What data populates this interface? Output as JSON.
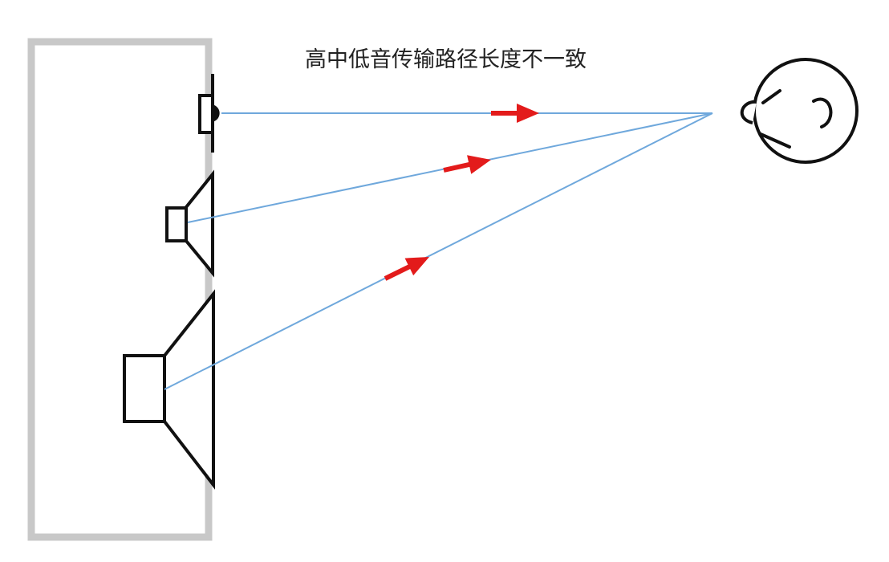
{
  "caption": "高中低音传输路径长度不一致",
  "colors": {
    "cabinet": "#c8c8c8",
    "outline": "#111111",
    "path": "#6fa8dc",
    "arrow": "#e31b1b"
  },
  "drivers": [
    {
      "name": "tweeter"
    },
    {
      "name": "midrange"
    },
    {
      "name": "woofer"
    }
  ],
  "icons": {
    "listener": "listener-head-icon"
  }
}
